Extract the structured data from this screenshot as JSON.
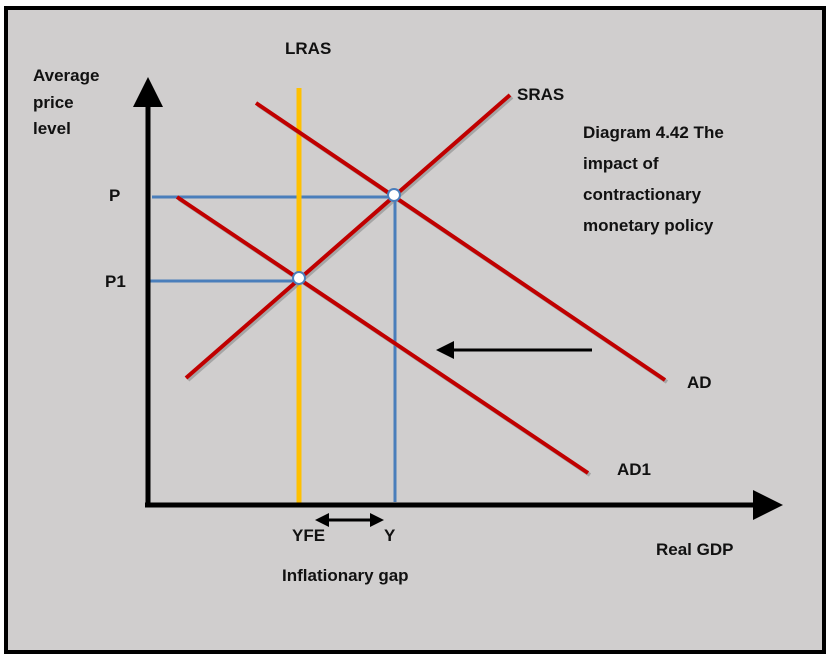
{
  "labels": {
    "y_axis": [
      "Average",
      "price",
      "level"
    ],
    "x_axis": "Real GDP",
    "lras": "LRAS",
    "sras": "SRAS",
    "ad": "AD",
    "ad1": "AD1",
    "p": "P",
    "p1": "P1",
    "yfe": "YFE",
    "y": "Y",
    "gap": "Inflationary gap",
    "title": [
      "Diagram 4.42 The",
      "impact of",
      "contractionary",
      "monetary policy"
    ]
  },
  "colors": {
    "background": "#d0cece",
    "curve": "#c00000",
    "lras": "#ffc000",
    "guide": "#4a7ebb",
    "axis": "#000000"
  }
}
